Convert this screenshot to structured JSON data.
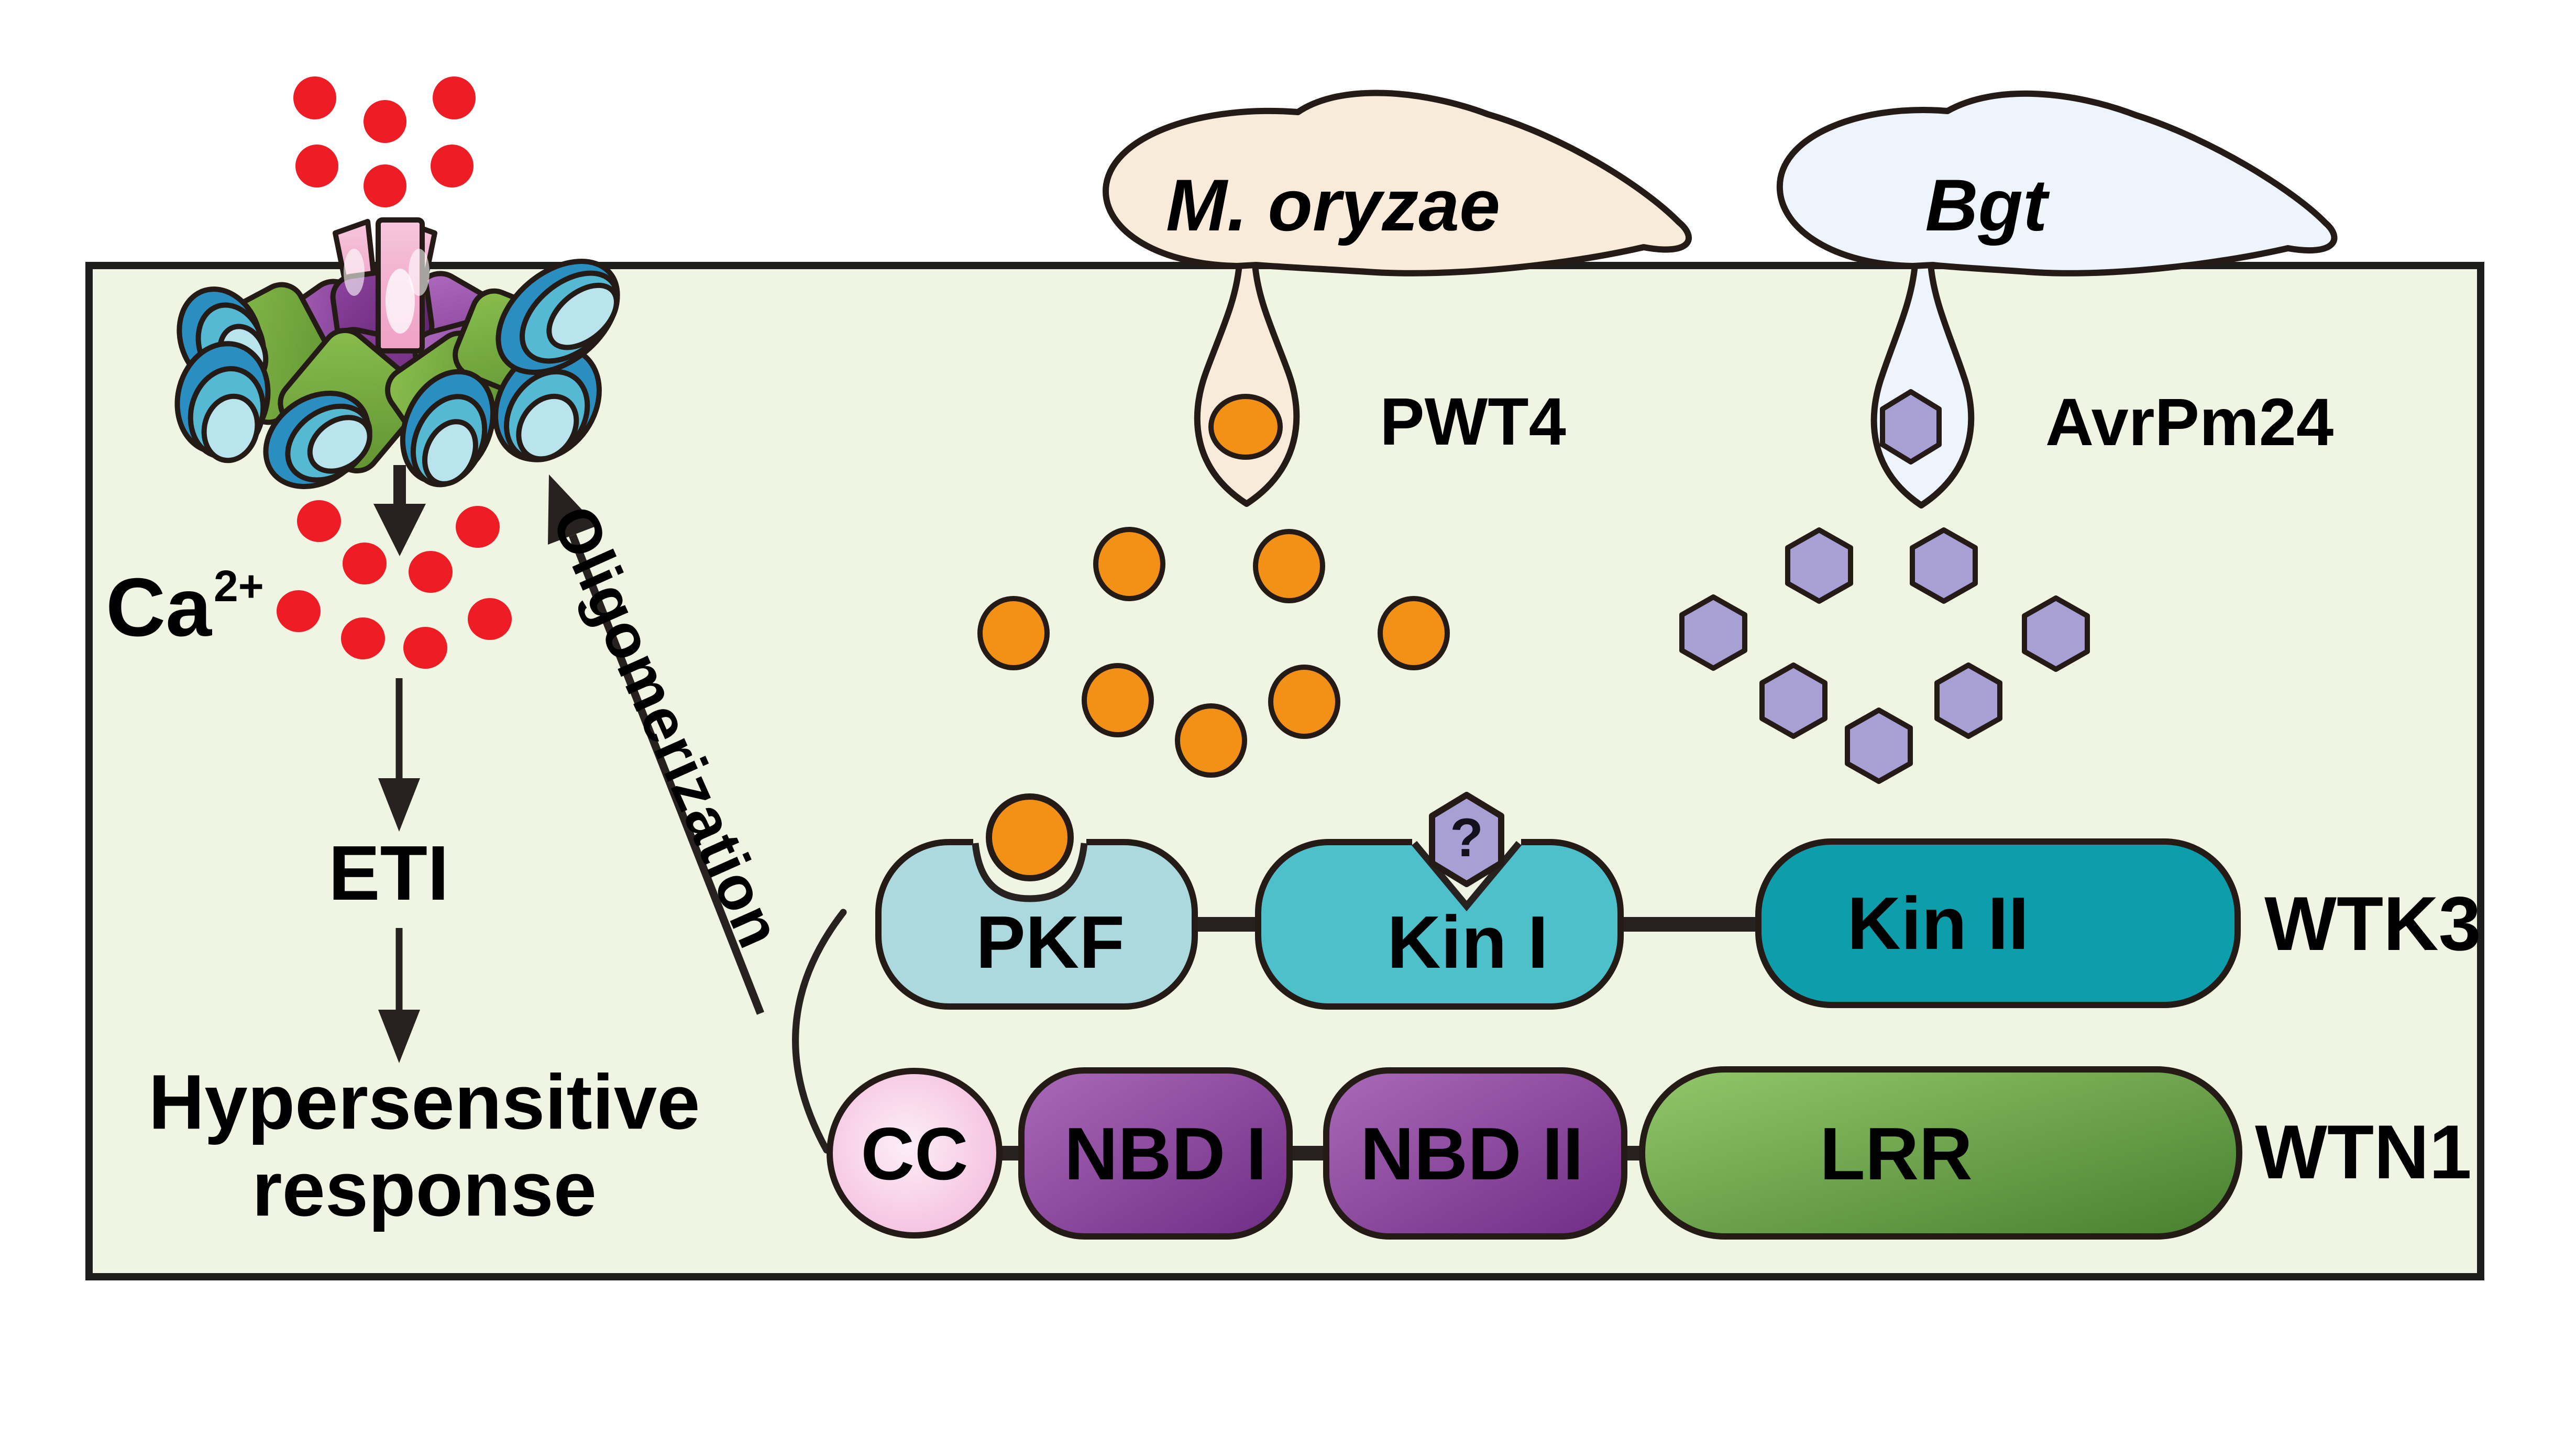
{
  "figure": {
    "type": "plant-immune-signaling-diagram",
    "labels": {
      "calcium": "Ca",
      "calcium_superscript": "2+",
      "eti": "ETI",
      "hypersensitive_line1": "Hypersensitive",
      "hypersensitive_line2": "response",
      "oligomerization": "Oligomerization",
      "unknown_effector": "?"
    },
    "pathogens": [
      {
        "name": "M. oryzae",
        "effector": "PWT4",
        "effector_shape": "orange-circle",
        "free_effector_count": 7
      },
      {
        "name": "Bgt",
        "effector": "AvrPm24",
        "effector_shape": "purple-hexagon",
        "free_effector_count": 7
      }
    ],
    "proteins": [
      {
        "name": "WTK3",
        "domains": [
          "PKF",
          "Kin I",
          "Kin II"
        ]
      },
      {
        "name": "WTN1",
        "domains": [
          "CC",
          "NBD I",
          "NBD II",
          "LRR"
        ]
      }
    ],
    "ion_counts": {
      "extracellular_ca": 6,
      "intracellular_ca": 8
    },
    "colors": {
      "cell_bg": "#F0F4E2",
      "box_border": "#1D1D1B",
      "outline": "#241B16",
      "red": "#EE1C25",
      "orange": "#F39117",
      "hex_purple": "#A89FD4",
      "pkf_fill": "#ABD9DE",
      "kin1_fill": "#4EC0CB",
      "kin2_fill": "#0D9DAB",
      "cc_pink": "#F4BCDC",
      "nbd_purple": "#8A3D9C",
      "lrr_green": "#6FA843",
      "pillar_pink": "#F2AECD",
      "channel_purple": "#8F449E",
      "channel_green": "#7CB23F",
      "channel_teal": "#55B9D3",
      "moryzae_fill": "#F8EBDA",
      "bgt_fill": "#EDF4FB"
    }
  }
}
